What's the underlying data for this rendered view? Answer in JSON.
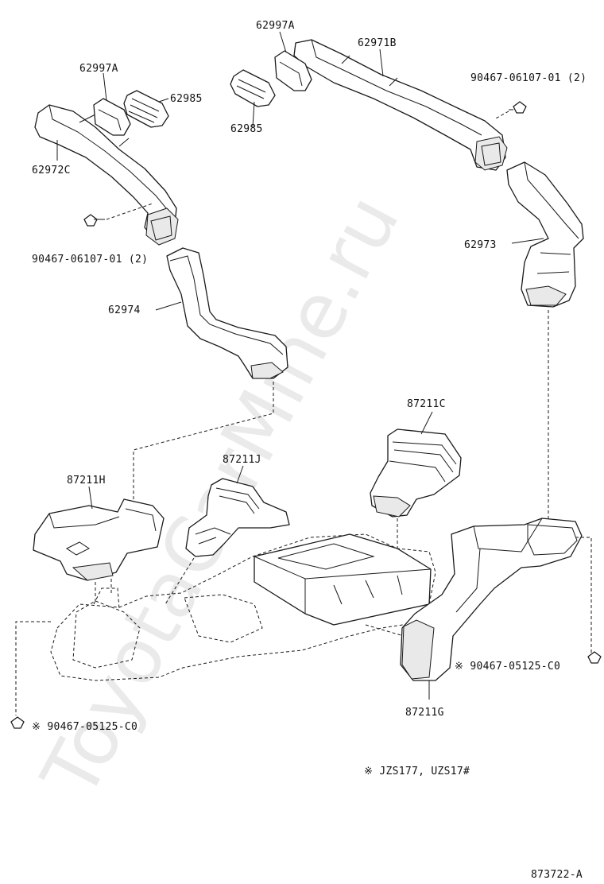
{
  "watermark": "ToyotaCarMine.ru",
  "figure_code": "873722-A",
  "note": "※ JZS177, UZS17#",
  "parts": {
    "p62997A_left": "62997A",
    "p62985_left": "62985",
    "p62972C": "62972C",
    "bolt_left": "90467-06107-01 (2)",
    "p62974": "62974",
    "p62997A_right": "62997A",
    "p62971B": "62971B",
    "p62985_right": "62985",
    "bolt_right": "90467-06107-01 (2)",
    "p62973": "62973",
    "p87211C": "87211C",
    "p87211J": "87211J",
    "p87211H": "87211H",
    "clip_right": "※ 90467-05125-C0",
    "clip_left": "※ 90467-05125-C0",
    "p87211G": "87211G"
  }
}
